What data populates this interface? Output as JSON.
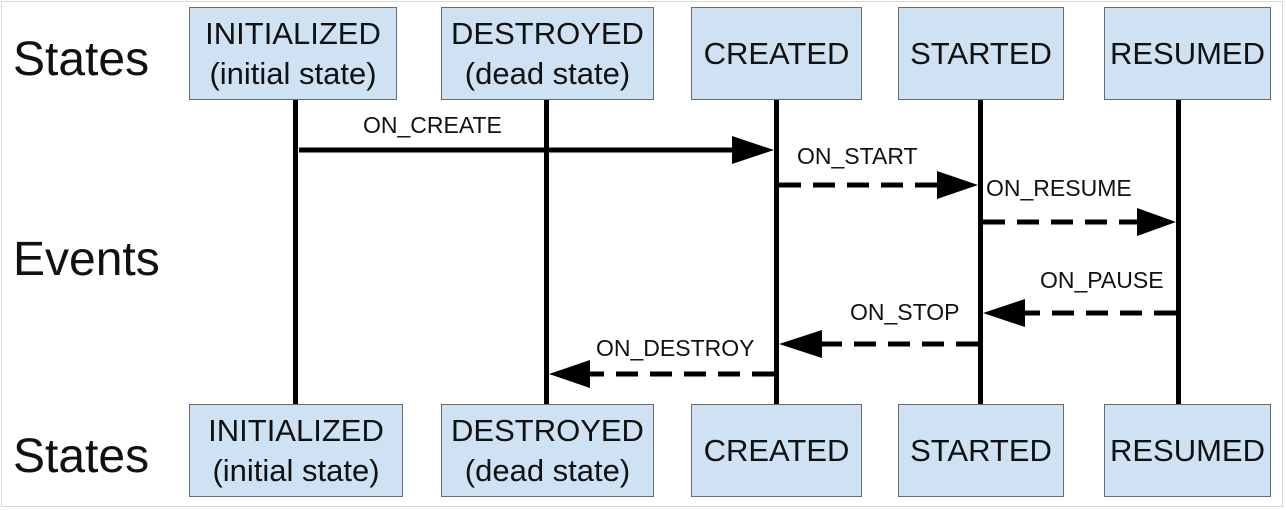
{
  "row_labels": {
    "top": "States",
    "middle": "Events",
    "bottom": "States"
  },
  "states": [
    {
      "id": "initialized",
      "line1": "INITIALIZED",
      "line2": "(initial state)"
    },
    {
      "id": "destroyed",
      "line1": "DESTROYED",
      "line2": "(dead state)"
    },
    {
      "id": "created",
      "line1": "CREATED",
      "line2": ""
    },
    {
      "id": "started",
      "line1": "STARTED",
      "line2": ""
    },
    {
      "id": "resumed",
      "line1": "RESUMED",
      "line2": ""
    }
  ],
  "events": [
    {
      "label": "ON_CREATE",
      "from": "initialized",
      "to": "created",
      "style": "solid"
    },
    {
      "label": "ON_START",
      "from": "created",
      "to": "started",
      "style": "dashed"
    },
    {
      "label": "ON_RESUME",
      "from": "started",
      "to": "resumed",
      "style": "dashed"
    },
    {
      "label": "ON_PAUSE",
      "from": "resumed",
      "to": "started",
      "style": "dashed"
    },
    {
      "label": "ON_STOP",
      "from": "started",
      "to": "created",
      "style": "dashed"
    },
    {
      "label": "ON_DESTROY",
      "from": "created",
      "to": "destroyed",
      "style": "dashed"
    }
  ],
  "colors": {
    "box_fill": "#cfe2f3",
    "line": "#000000"
  }
}
